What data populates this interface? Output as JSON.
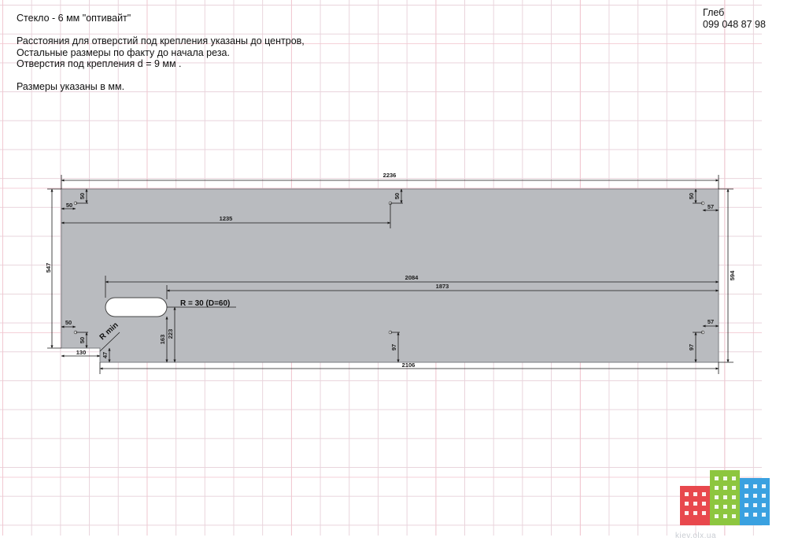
{
  "header": {
    "title": "Стекло - 6 мм \"оптивайт\"",
    "notes": [
      "Расстояния для отверстий под крепления указаны до центров,",
      "Остальные размеры по факту до начала реза.",
      "Отверстия под крепления d = 9 мм ."
    ],
    "units_note": "Размеры указаны в мм."
  },
  "contact": {
    "name": "Глеб",
    "phone": "099 048 87 98"
  },
  "dimensions": {
    "overall_width": "2236",
    "bottom_width": "2106",
    "left_height": "547",
    "right_height": "594",
    "top_hole_offset": "1235",
    "slot_to_right_edge": "2084",
    "slot_end_to_right_edge": "1873",
    "slot_radius": "R = 30 (D=60)",
    "corner_radius": "R min",
    "notch_width": "130",
    "notch_depth": "47",
    "slot_bottom_height": "163",
    "slot_center_height": "223",
    "tl_x": "50",
    "tl_y": "50",
    "tr_y": "50",
    "tr_x": "57",
    "bl_x": "50",
    "bl_y": "50",
    "br_x": "57",
    "br_y": "97",
    "bm_y": "97",
    "tm_y": "50"
  },
  "colors": {
    "glass": "#b9bbbf",
    "outline": "#7a7c80",
    "dimension": "#1a1a1a",
    "logo_red": "#e8484d",
    "logo_green": "#8dc63f",
    "logo_blue": "#3aa1e0"
  },
  "watermark": "kiev.olx.ua"
}
